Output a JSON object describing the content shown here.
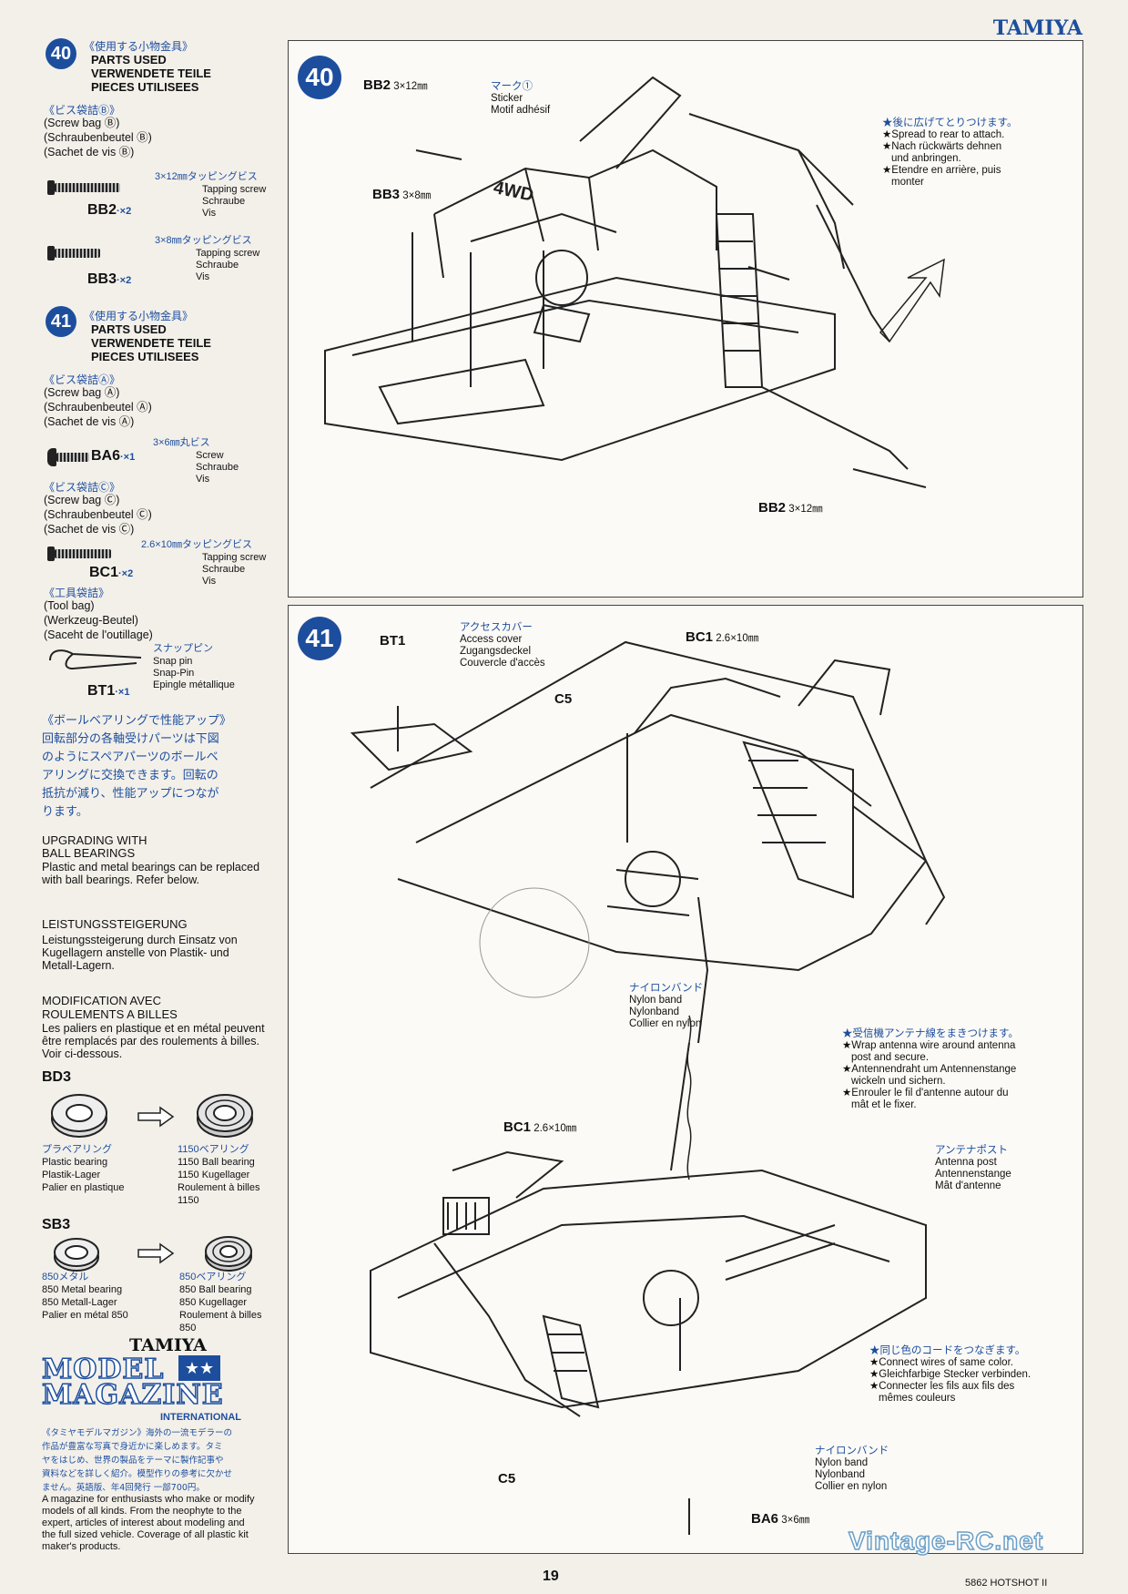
{
  "brand": "TAMIYA",
  "page_number": "19",
  "footer_code": "5862 HOTSHOT II",
  "watermark": "Vintage-RC.net",
  "left": {
    "s40": {
      "num": "40",
      "jp": "《使用する小物金具》",
      "en": "PARTS USED",
      "de": "VERWENDETE TEILE",
      "fr": "PIECES UTILISEES",
      "bag_jp": "《ビス袋詰Ⓑ》",
      "bag_en": "(Screw bag Ⓑ)",
      "bag_de": "(Schraubenbeutel Ⓑ)",
      "bag_fr": "(Sachet de vis Ⓑ)",
      "bb2_size": "3×12㎜タッピングビス",
      "bb2_l1": "Tapping screw",
      "bb2_l2": "Schraube",
      "bb2_l3": "Vis",
      "bb2_code": "BB2",
      "bb2_qty": "·×2",
      "bb3_size": "3×8㎜タッピングビス",
      "bb3_l1": "Tapping screw",
      "bb3_l2": "Schraube",
      "bb3_l3": "Vis",
      "bb3_code": "BB3",
      "bb3_qty": "·×2"
    },
    "s41": {
      "num": "41",
      "jp": "《使用する小物金具》",
      "en": "PARTS USED",
      "de": "VERWENDETE TEILE",
      "fr": "PIECES UTILISEES",
      "bagA_jp": "《ビス袋詰Ⓐ》",
      "bagA_en": "(Screw bag Ⓐ)",
      "bagA_de": "(Schraubenbeutel Ⓐ)",
      "bagA_fr": "(Sachet de vis Ⓐ)",
      "ba6_size": "3×6㎜丸ビス",
      "ba6_l1": "Screw",
      "ba6_l2": "Schraube",
      "ba6_l3": "Vis",
      "ba6_code": "BA6",
      "ba6_qty": "·×1",
      "bagC_jp": "《ビス袋詰Ⓒ》",
      "bagC_en": "(Screw bag Ⓒ)",
      "bagC_de": "(Schraubenbeutel Ⓒ)",
      "bagC_fr": "(Sachet de vis Ⓒ)",
      "bc1_size": "2.6×10㎜タッピングビス",
      "bc1_l1": "Tapping screw",
      "bc1_l2": "Schraube",
      "bc1_l3": "Vis",
      "bc1_code": "BC1",
      "bc1_qty": "·×2",
      "tool_jp": "《工具袋詰》",
      "tool_en": "(Tool bag)",
      "tool_de": "(Werkzeug-Beutel)",
      "tool_fr": "(Saceht de l'outillage)",
      "bt1_jp": "スナップピン",
      "bt1_l1": "Snap pin",
      "bt1_l2": "Snap-Pin",
      "bt1_l3": "Epingle métallique",
      "bt1_code": "BT1",
      "bt1_qty": "·×1"
    },
    "bearing": {
      "jp_title": "《ボールベアリングで性能アップ》",
      "jp_body1": "回転部分の各軸受けパーツは下図",
      "jp_body2": "のようにスペアパーツのボールベ",
      "jp_body3": "アリングに交換できます。回転の",
      "jp_body4": "抵抗が減り、性能アップにつなが",
      "jp_body5": "ります。",
      "en_title1": "UPGRADING WITH",
      "en_title2": "BALL BEARINGS",
      "en_body": "Plastic and metal bearings can be replaced with ball bearings. Refer below.",
      "de_title": "LEISTUNGSSTEIGERUNG",
      "de_body": "Leistungssteigerung durch Einsatz von Kugellagern anstelle von Plastik- und Metall-Lagern.",
      "fr_title1": "MODIFICATION AVEC",
      "fr_title2": "ROULEMENTS A BILLES",
      "fr_body": "Les paliers en plastique et en métal peuvent être remplacés par des roulements à billes. Voir ci-dessous.",
      "bd3": "BD3",
      "bd3_left_jp": "プラベアリング",
      "bd3_left_1": "Plastic bearing",
      "bd3_left_2": "Plastik-Lager",
      "bd3_left_3": "Palier en plastique",
      "bd3_right_jp": "1150ベアリング",
      "bd3_right_1": "1150 Ball bearing",
      "bd3_right_2": "1150 Kugellager",
      "bd3_right_3": "Roulement à billes",
      "bd3_right_4": "1150",
      "sb3": "SB3",
      "sb3_left_jp": "850メタル",
      "sb3_left_1": "850 Metal bearing",
      "sb3_left_2": "850 Metall-Lager",
      "sb3_left_3": "Palier en métal 850",
      "sb3_right_jp": "850ベアリング",
      "sb3_right_1": "850 Ball bearing",
      "sb3_right_2": "850 Kugellager",
      "sb3_right_3": "Roulement à billes",
      "sb3_right_4": "850"
    },
    "magazine": {
      "brand": "TAMIYA",
      "title1": "MODEL",
      "title2": "MAGAZINE",
      "sub": "INTERNATIONAL",
      "jp1": "《タミヤモデルマガジン》海外の一流モデラーの",
      "jp2": "作品が豊富な写真で身近かに楽しめます。タミ",
      "jp3": "ヤをはじめ、世界の製品をテーマに製作記事や",
      "jp4": "資料などを詳しく紹介。模型作りの参考に欠かせ",
      "jp5": "ません。英語版、年4回発行 一部700円。",
      "en": "A magazine for enthusiasts who make or modify models of all kinds. From the neophyte to the expert, articles of interest about modeling and the full sized vehicle. Coverage of all plastic kit maker's products."
    }
  },
  "panel40": {
    "num": "40",
    "bb2_top": "BB2",
    "bb2_top_size": "3×12㎜",
    "sticker_jp": "マーク①",
    "sticker_en": "Sticker",
    "sticker_fr": "Motif adhésif",
    "bb3": "BB3",
    "bb3_size": "3×8㎜",
    "bb2_bottom": "BB2",
    "bb2_bottom_size": "3×12㎜",
    "note_jp": "★後に広げてとりつけます。",
    "note_en": "★Spread to rear to attach.",
    "note_de1": "★Nach rückwärts dehnen",
    "note_de2": "und anbringen.",
    "note_fr1": "★Etendre en arrière, puis",
    "note_fr2": "monter",
    "body_text": "4WD"
  },
  "panel41": {
    "num": "41",
    "bt1": "BT1",
    "cover_jp": "アクセスカバー",
    "cover_en": "Access cover",
    "cover_de": "Zugangsdeckel",
    "cover_fr": "Couvercle d'accès",
    "bc1_top": "BC1",
    "bc1_top_size": "2.6×10㎜",
    "c5_top": "C5",
    "band_jp": "ナイロンバンド",
    "band_en": "Nylon band",
    "band_de": "Nylonband",
    "band_fr": "Collier en nylon",
    "ant_jp": "★受信機アンテナ線をまきつけます。",
    "ant_en1": "★Wrap antenna wire around antenna",
    "ant_en2": "post and secure.",
    "ant_de1": "★Antennendraht um Antennenstange",
    "ant_de2": "wickeln und sichern.",
    "ant_fr1": "★Enrouler le fil d'antenne autour du",
    "ant_fr2": "mât et le fixer.",
    "bc1_mid": "BC1",
    "bc1_mid_size": "2.6×10㎜",
    "post_jp": "アンテナポスト",
    "post_en": "Antenna post",
    "post_de": "Antennenstange",
    "post_fr": "Mât d'antenne",
    "wire_jp": "★同じ色のコードをつなぎます。",
    "wire_en": "★Connect wires of same color.",
    "wire_de": "★Gleichfarbige Stecker verbinden.",
    "wire_fr1": "★Connecter les fils aux fils des",
    "wire_fr2": "mêmes couleurs",
    "band2_jp": "ナイロンバンド",
    "band2_en": "Nylon band",
    "band2_de": "Nylonband",
    "band2_fr": "Collier en nylon",
    "c5_bottom": "C5",
    "ba6": "BA6",
    "ba6_size": "3×6㎜"
  }
}
